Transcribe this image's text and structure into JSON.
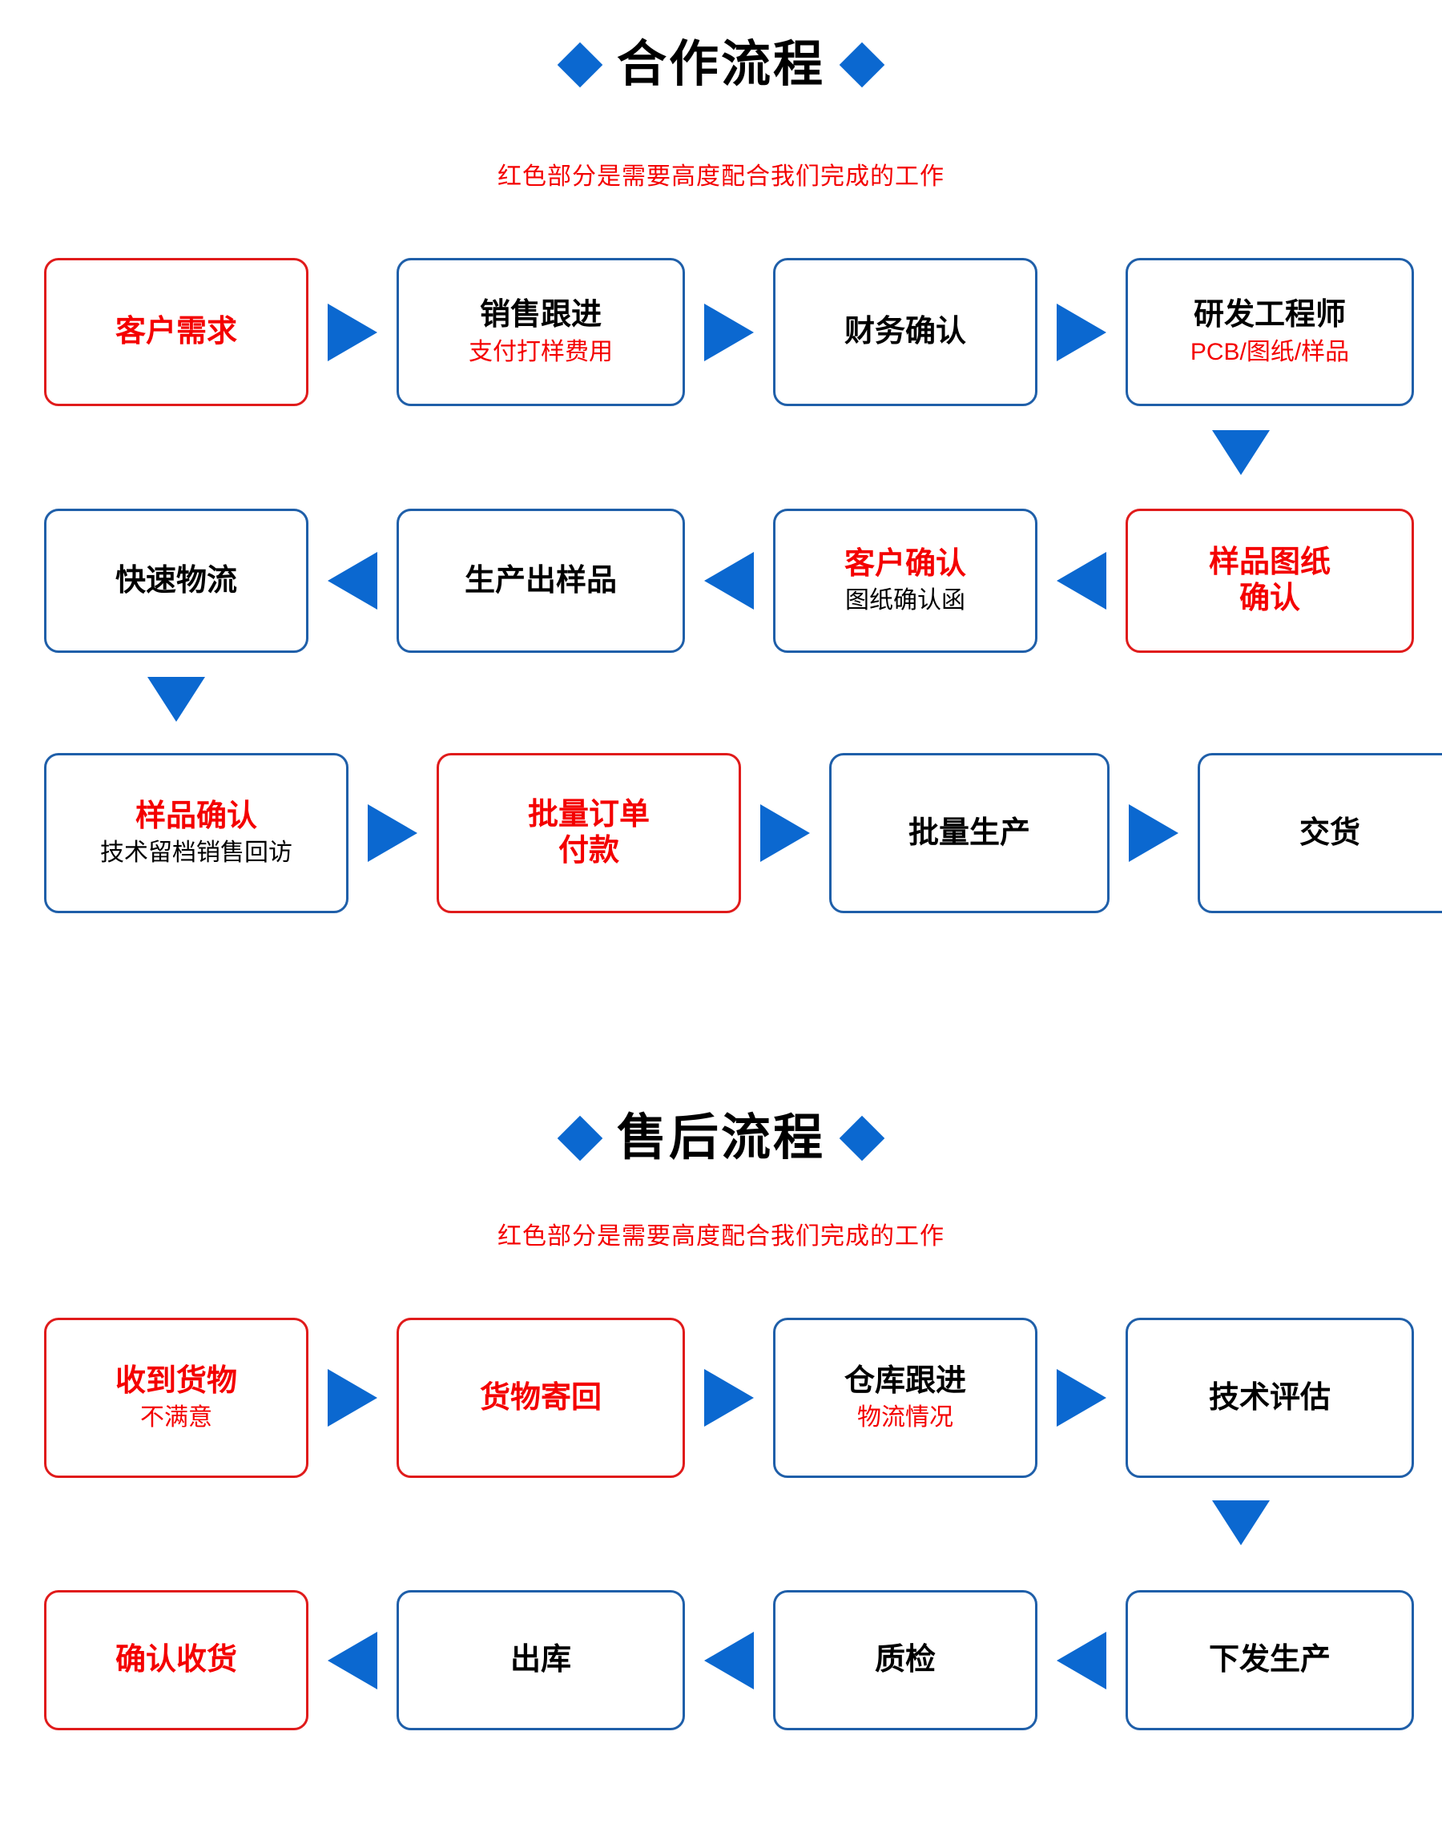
{
  "sections": [
    {
      "id": "cooperation",
      "title": "合作流程",
      "subtitle": "红色部分是需要高度配合我们完成的工作",
      "nodes": [
        {
          "id": "customer-requirement",
          "main": "客户需求",
          "main_color": "red",
          "sub": "",
          "sub_color": "black",
          "border": "red"
        },
        {
          "id": "sales-followup",
          "main": "销售跟进",
          "main_color": "black",
          "sub": "支付打样费用",
          "sub_color": "red",
          "border": "blue"
        },
        {
          "id": "finance-confirm",
          "main": "财务确认",
          "main_color": "black",
          "sub": "",
          "sub_color": "black",
          "border": "blue"
        },
        {
          "id": "rd-engineer",
          "main": "研发工程师",
          "main_color": "black",
          "sub": "PCB/图纸/样品",
          "sub_color": "red",
          "border": "blue"
        },
        {
          "id": "sample-drawing-confirm",
          "main": "样品图纸\n确认",
          "main_color": "red",
          "sub": "",
          "sub_color": "black",
          "border": "red"
        },
        {
          "id": "customer-confirm",
          "main": "客户确认",
          "main_color": "red",
          "sub": "图纸确认函",
          "sub_color": "black",
          "border": "blue"
        },
        {
          "id": "produce-sample",
          "main": "生产出样品",
          "main_color": "black",
          "sub": "",
          "sub_color": "black",
          "border": "blue"
        },
        {
          "id": "fast-logistics",
          "main": "快速物流",
          "main_color": "black",
          "sub": "",
          "sub_color": "black",
          "border": "blue"
        },
        {
          "id": "sample-confirm",
          "main": "样品确认",
          "main_color": "red",
          "sub": "技术留档销售回访",
          "sub_color": "black",
          "border": "blue"
        },
        {
          "id": "bulk-order-payment",
          "main": "批量订单\n付款",
          "main_color": "red",
          "sub": "",
          "sub_color": "black",
          "border": "red"
        },
        {
          "id": "bulk-production",
          "main": "批量生产",
          "main_color": "black",
          "sub": "",
          "sub_color": "black",
          "border": "blue"
        },
        {
          "id": "delivery",
          "main": "交货",
          "main_color": "black",
          "sub": "",
          "sub_color": "black",
          "border": "blue"
        }
      ]
    },
    {
      "id": "after-sales",
      "title": "售后流程",
      "subtitle": "红色部分是需要高度配合我们完成的工作",
      "nodes": [
        {
          "id": "goods-received",
          "main": "收到货物",
          "main_color": "red",
          "sub": "不满意",
          "sub_color": "red",
          "border": "red"
        },
        {
          "id": "goods-returned",
          "main": "货物寄回",
          "main_color": "red",
          "sub": "",
          "sub_color": "black",
          "border": "red"
        },
        {
          "id": "warehouse-followup",
          "main": "仓库跟进",
          "main_color": "black",
          "sub": "物流情况",
          "sub_color": "red",
          "border": "blue"
        },
        {
          "id": "technical-assessment",
          "main": "技术评估",
          "main_color": "black",
          "sub": "",
          "sub_color": "black",
          "border": "blue"
        },
        {
          "id": "issue-production",
          "main": "下发生产",
          "main_color": "black",
          "sub": "",
          "sub_color": "black",
          "border": "blue"
        },
        {
          "id": "quality-inspection",
          "main": "质检",
          "main_color": "black",
          "sub": "",
          "sub_color": "black",
          "border": "blue"
        },
        {
          "id": "outbound",
          "main": "出库",
          "main_color": "black",
          "sub": "",
          "sub_color": "black",
          "border": "blue"
        },
        {
          "id": "confirm-receipt",
          "main": "确认收货",
          "main_color": "red",
          "sub": "",
          "sub_color": "black",
          "border": "red"
        }
      ]
    }
  ],
  "colors": {
    "accent_blue": "#0b68d0",
    "border_blue": "#1f5fa9",
    "red": "#f40000",
    "border_red": "#e01b1b",
    "black": "#000000"
  },
  "icons": {
    "diamond": "diamond-bullet",
    "arrow_right": "arrow-right-triangle",
    "arrow_left": "arrow-left-triangle",
    "arrow_down": "arrow-down-triangle"
  }
}
